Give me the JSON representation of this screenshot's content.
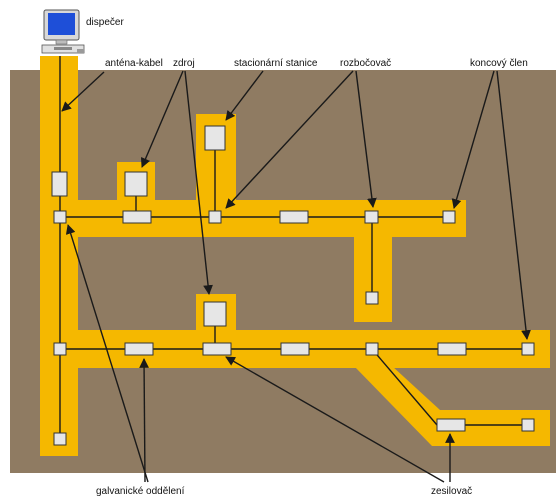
{
  "labels": {
    "dispatcher": "dispečer",
    "antenna_cable": "anténa-kabel",
    "source": "zdroj",
    "station": "stacionární stanice",
    "splitter": "rozbočovač",
    "terminator": "koncový člen",
    "galvanic": "galvanické oddělení",
    "amplifier": "zesilovač"
  },
  "icons": {
    "dispatcher": "computer-icon"
  },
  "colors": {
    "ground": "#8f7b62",
    "tunnel": "#f5b800",
    "device_fill": "#e6e6e6",
    "device_stroke": "#333333",
    "cable": "#1a1a1a",
    "arrow": "#1a1a1a"
  }
}
